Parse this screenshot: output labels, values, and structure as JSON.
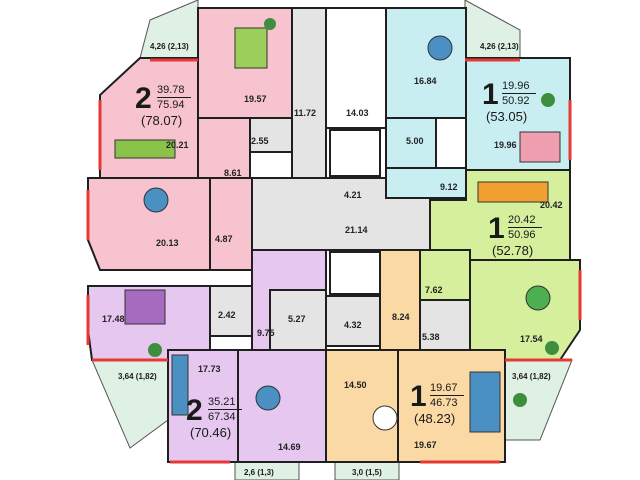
{
  "colors": {
    "wall": "#1f1f1f",
    "window": "#e53935",
    "pink": "#f6c3cf",
    "pink_dark": "#ef9fb0",
    "cyan": "#c8eef2",
    "green": "#d5ef9c",
    "lilac": "#e5c7f0",
    "peach": "#fbd9a5",
    "gray": "#e4e4e4",
    "balcony": "#dff0e4",
    "core": "#ffffff"
  },
  "apartments": [
    {
      "rooms": "2",
      "living": "39.78",
      "total": "75.94",
      "full": "(78.07)"
    },
    {
      "rooms": "1",
      "living": "19.96",
      "total": "50.92",
      "full": "(53.05)"
    },
    {
      "rooms": "1",
      "living": "20.42",
      "total": "50.96",
      "full": "(52.78)"
    },
    {
      "rooms": "2",
      "living": "35.21",
      "total": "67.34",
      "full": "(70.46)"
    },
    {
      "rooms": "1",
      "living": "19.67",
      "total": "46.73",
      "full": "(48.23)"
    }
  ],
  "room_areas": {
    "a1_bedroom": "19.57",
    "a1_living": "20.21",
    "a1_hall": "8.61",
    "a1_bath": "2.55",
    "a1_kitchen": "20.13",
    "a1_hall2": "4.87",
    "corridor_top": "11.72",
    "stair": "14.03",
    "lift_hall": "4.21",
    "main_hall": "21.14",
    "a2_kitchen": "16.84",
    "a2_bath": "5.00",
    "a2_room": "19.96",
    "a2_hall": "9.12",
    "a3_room": "20.42",
    "a3_hall": "7.62",
    "a3_bath": "5.38",
    "a3_kitchen": "17.54",
    "a4_bedroom": "17.48",
    "a4_wc": "2.42",
    "a4_hall": "9.75",
    "a4_bath": "5.27",
    "a4_kitchen": "14.69",
    "a4_living": "17.73",
    "a5_bath": "4.32",
    "a5_hall": "8.24",
    "a5_kitchen": "14.50",
    "a5_room": "19.67"
  },
  "balconies": {
    "top_left": "4,26 (2,13)",
    "top_right": "4,26 (2,13)",
    "bottom_left": "3,64 (1,82)",
    "bottom_right": "3,64 (1,82)",
    "bottom_center_left": "2,6 (1,3)",
    "bottom_center_right": "3,0 (1,5)"
  }
}
